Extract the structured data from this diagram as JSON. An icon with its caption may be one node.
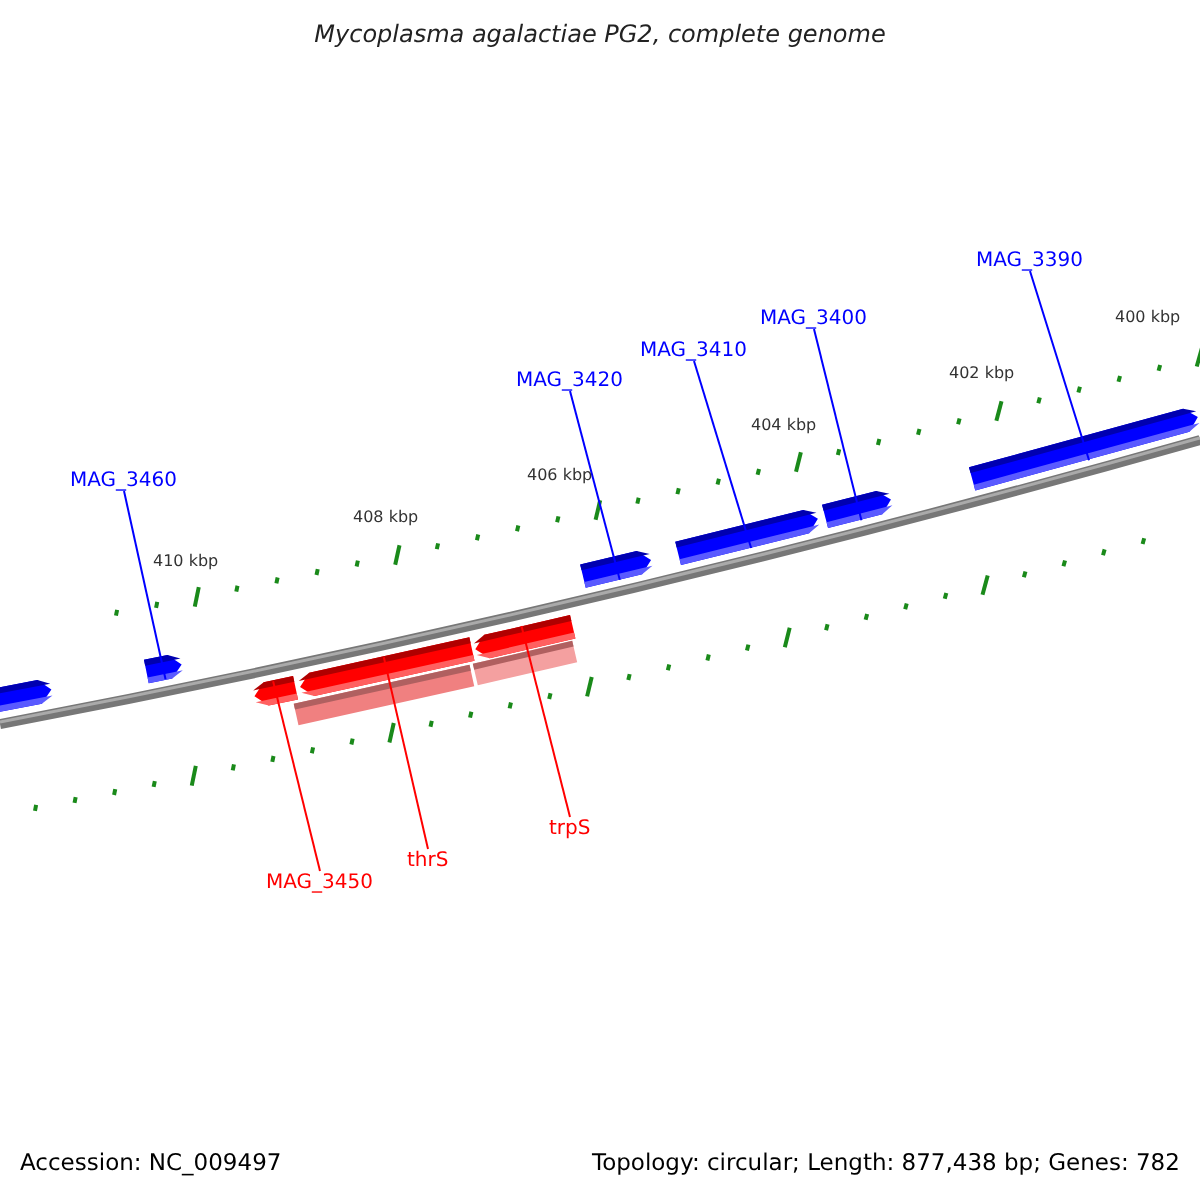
{
  "diagram": {
    "title": "Mycoplasma agalactiae PG2, complete genome",
    "nodes": [
      {
        "text": [
          "MAG_3460"
        ]
      },
      {
        "text": [
          "MAG_3420"
        ]
      },
      {
        "text": [
          "MAG_3410"
        ]
      },
      {
        "text": [
          "MAG_3400"
        ]
      },
      {
        "text": [
          "MAG_3390"
        ]
      },
      {
        "text": [
          "MAG_3450"
        ]
      },
      {
        "text": [
          "thrS"
        ]
      },
      {
        "text": [
          "trpS"
        ]
      },
      {
        "text": [],
        "shape": "arrow"
      },
      {
        "text": [],
        "shape": "arrow"
      },
      {
        "text": [],
        "shape": "arrow"
      },
      {
        "text": [],
        "shape": "arrow"
      },
      {
        "text": [],
        "shape": "arrow"
      },
      {
        "text": [],
        "shape": "arrow"
      },
      {
        "text": [],
        "shape": "arrow"
      },
      {
        "text": [],
        "shape": "arrow"
      },
      {
        "text": [],
        "shape": "arrow"
      }
    ],
    "edges": [
      {
        "from": 0,
        "to": 9,
        "arrow": "none"
      },
      {
        "from": 1,
        "to": 10,
        "arrow": "none"
      },
      {
        "from": 2,
        "to": 11,
        "arrow": "none"
      },
      {
        "from": 3,
        "to": 12,
        "arrow": "none"
      },
      {
        "from": 4,
        "to": 13,
        "arrow": "none"
      },
      {
        "from": 5,
        "to": 14,
        "arrow": "none",
        "color": "#ff0000"
      },
      {
        "from": 6,
        "to": 15,
        "arrow": "none",
        "color": "#ff0000"
      },
      {
        "from": 7,
        "to": 16,
        "arrow": "none",
        "color": "#ff0000"
      }
    ],
    "labels": [
      "400 kbp",
      "402 kbp",
      "404 kbp",
      "406 kbp",
      "408 kbp",
      "410 kbp",
      "Accession: NC_009497",
      "Topology: circular; Length: 877,438 bp; Genes: 782"
    ]
  }
}
